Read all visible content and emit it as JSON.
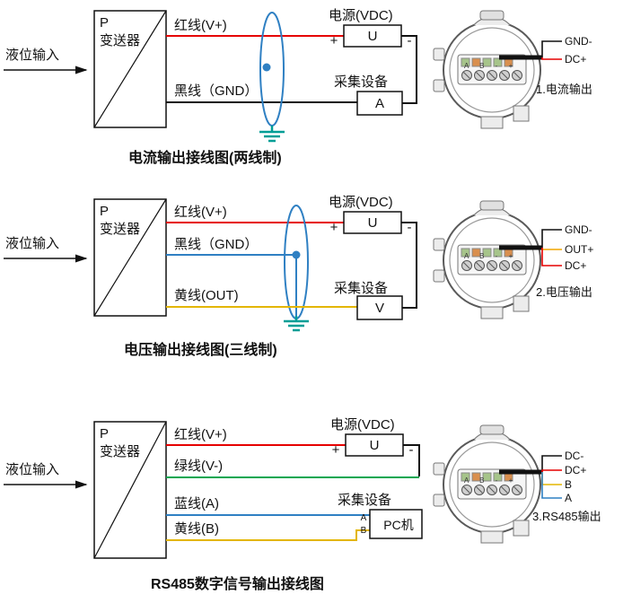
{
  "colors": {
    "red": "#e60000",
    "blue": "#2f80c3",
    "yellow": "#e3b600",
    "green": "#00a651",
    "orange": "#f0a500",
    "ground": "#009e96",
    "black": "#111111"
  },
  "sections": [
    {
      "input_label": "液位输入",
      "transmitter_p": "P",
      "transmitter_name": "变送器",
      "wire_red": "红线(V+)",
      "wire_black": "黑线（GND）",
      "power_title": "电源(VDC)",
      "power_symbol": "U",
      "plus": "+",
      "minus": "-",
      "collector_title": "采集设备",
      "collector_symbol": "A",
      "caption": "电流输出接线图(两线制)",
      "device": {
        "terminals": "A B - +",
        "pins": {
          "p1": "GND-",
          "p2": "DC+"
        },
        "caption": "1.电流输出"
      }
    },
    {
      "input_label": "液位输入",
      "transmitter_p": "P",
      "transmitter_name": "变送器",
      "wire_red": "红线(V+)",
      "wire_black": "黑线（GND）",
      "wire_yellow": "黄线(OUT)",
      "power_title": "电源(VDC)",
      "power_symbol": "U",
      "plus": "+",
      "minus": "-",
      "collector_title": "采集设备",
      "collector_symbol": "V",
      "caption": "电压输出接线图(三线制)",
      "device": {
        "terminals": "A B - +",
        "pins": {
          "p1": "GND-",
          "p2": "OUT+",
          "p3": "DC+"
        },
        "caption": "2.电压输出"
      }
    },
    {
      "input_label": "液位输入",
      "transmitter_p": "P",
      "transmitter_name": "变送器",
      "wire_red": "红线(V+)",
      "wire_green": "绿线(V-)",
      "wire_blue": "蓝线(A)",
      "wire_yellow": "黄线(B)",
      "power_title": "电源(VDC)",
      "power_symbol": "U",
      "plus": "+",
      "minus": "-",
      "collector_title": "采集设备",
      "pc_label": "PC机",
      "pc_a": "A",
      "pc_b": "B",
      "caption": "RS485数字信号输出接线图",
      "device": {
        "terminals": "A B - +",
        "pins": {
          "p1": "DC-",
          "p2": "DC+",
          "p3": "B",
          "p4": "A"
        },
        "caption": "3.RS485输出"
      }
    }
  ]
}
